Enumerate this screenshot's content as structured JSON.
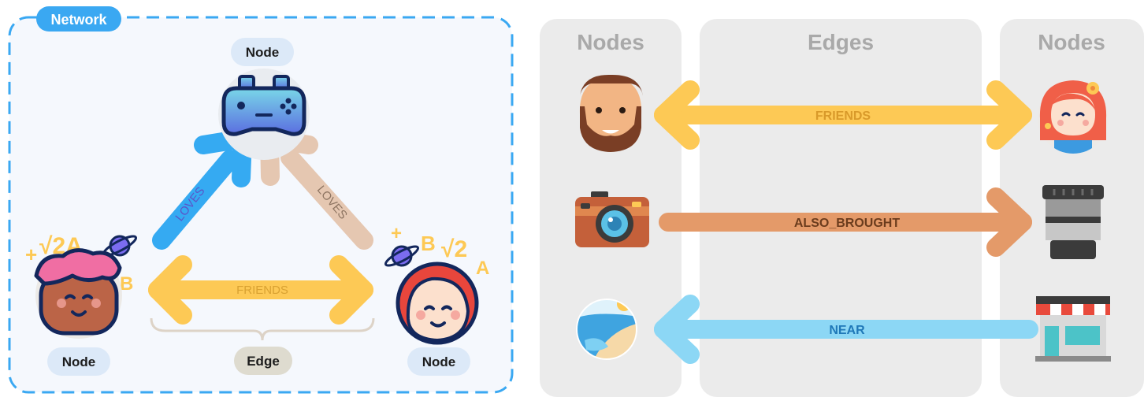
{
  "network_panel": {
    "badge": "Network",
    "top_node_label": "Node",
    "left_node_label": "Node",
    "right_node_label": "Node",
    "edge_label": "Edge",
    "edges": {
      "left_loves": "LOVES",
      "right_loves": "LOVES",
      "friends": "FRIENDS"
    }
  },
  "table_panel": {
    "col_nodes_left": "Nodes",
    "col_edges": "Edges",
    "col_nodes_right": "Nodes",
    "rows": [
      {
        "from": "bearded-man-icon",
        "to": "girl-with-flower-icon",
        "label": "FRIENDS",
        "direction": "both"
      },
      {
        "from": "camera-icon",
        "to": "camera-lens-icon",
        "label": "ALSO_BROUGHT",
        "direction": "right"
      },
      {
        "from": "beach-icon",
        "to": "store-icon",
        "label": "NEAR",
        "direction": "left"
      }
    ]
  },
  "colors": {
    "network_border": "#3aa8f2",
    "badge_bg": "#3aa8f2",
    "network_bg": "#f5f8fd",
    "node_pill": "#dce9f8",
    "edge_pill": "#dedbcf",
    "loves_blue": "#35aaf2",
    "loves_tan": "#e5c7b1",
    "friends_yellow": "#fdc955",
    "also_brought_orange": "#e49a69",
    "near_lightblue": "#8cd7f5",
    "column_bg": "#ebebeb",
    "column_header": "#a9a9a9"
  }
}
